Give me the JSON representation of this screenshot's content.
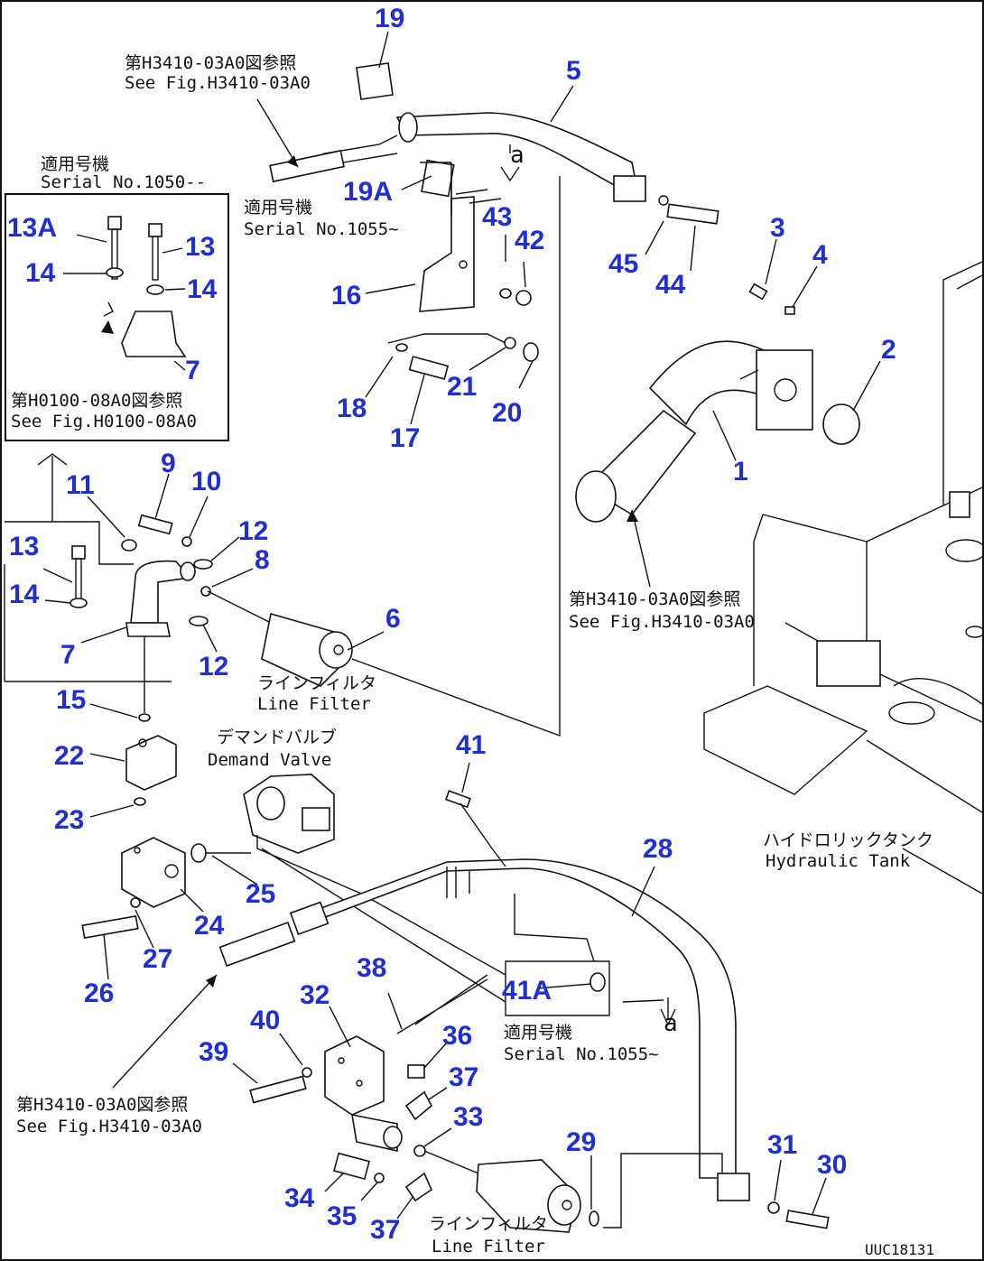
{
  "drawing_code": "UUC18131",
  "callouts": [
    {
      "id": "c19",
      "text": "19"
    },
    {
      "id": "c5",
      "text": "5"
    },
    {
      "id": "c19a",
      "text": "19A"
    },
    {
      "id": "c43",
      "text": "43"
    },
    {
      "id": "c42",
      "text": "42"
    },
    {
      "id": "c45",
      "text": "45"
    },
    {
      "id": "c44",
      "text": "44"
    },
    {
      "id": "c3",
      "text": "3"
    },
    {
      "id": "c4",
      "text": "4"
    },
    {
      "id": "c2",
      "text": "2"
    },
    {
      "id": "c1",
      "text": "1"
    },
    {
      "id": "c16",
      "text": "16"
    },
    {
      "id": "c18",
      "text": "18"
    },
    {
      "id": "c17",
      "text": "17"
    },
    {
      "id": "c21",
      "text": "21"
    },
    {
      "id": "c20",
      "text": "20"
    },
    {
      "id": "c13a",
      "text": "13A"
    },
    {
      "id": "c13_top",
      "text": "13"
    },
    {
      "id": "c14_top_l",
      "text": "14"
    },
    {
      "id": "c14_top_r",
      "text": "14"
    },
    {
      "id": "c7_top",
      "text": "7"
    },
    {
      "id": "c11",
      "text": "11"
    },
    {
      "id": "c9",
      "text": "9"
    },
    {
      "id": "c10",
      "text": "10"
    },
    {
      "id": "c12_a",
      "text": "12"
    },
    {
      "id": "c8",
      "text": "8"
    },
    {
      "id": "c13",
      "text": "13"
    },
    {
      "id": "c14",
      "text": "14"
    },
    {
      "id": "c7",
      "text": "7"
    },
    {
      "id": "c12_b",
      "text": "12"
    },
    {
      "id": "c6",
      "text": "6"
    },
    {
      "id": "c15",
      "text": "15"
    },
    {
      "id": "c22",
      "text": "22"
    },
    {
      "id": "c23",
      "text": "23"
    },
    {
      "id": "c24",
      "text": "24"
    },
    {
      "id": "c25",
      "text": "25"
    },
    {
      "id": "c26",
      "text": "26"
    },
    {
      "id": "c27",
      "text": "27"
    },
    {
      "id": "c41",
      "text": "41"
    },
    {
      "id": "c28",
      "text": "28"
    },
    {
      "id": "c41a",
      "text": "41A"
    },
    {
      "id": "c38",
      "text": "38"
    },
    {
      "id": "c32",
      "text": "32"
    },
    {
      "id": "c40",
      "text": "40"
    },
    {
      "id": "c39",
      "text": "39"
    },
    {
      "id": "c36",
      "text": "36"
    },
    {
      "id": "c37_a",
      "text": "37"
    },
    {
      "id": "c33",
      "text": "33"
    },
    {
      "id": "c29",
      "text": "29"
    },
    {
      "id": "c31",
      "text": "31"
    },
    {
      "id": "c30",
      "text": "30"
    },
    {
      "id": "c34",
      "text": "34"
    },
    {
      "id": "c35",
      "text": "35"
    },
    {
      "id": "c37_b",
      "text": "37"
    }
  ],
  "notes": {
    "ref_top_jp": "第H3410-03A0図参照",
    "ref_top_en": "See Fig.H3410-03A0",
    "serial_top_jp": "適用号機",
    "serial_top_en": "Serial No.1055~",
    "inset_serial_jp": "適用号機",
    "inset_serial_en": "Serial No.1050--",
    "inset_ref_jp": "第H0100-08A0図参照",
    "inset_ref_en": "See Fig.H0100-08A0",
    "ref_mid_jp": "第H3410-03A0図参照",
    "ref_mid_en": "See Fig.H3410-03A0",
    "line_filter_jp_1": "ラインフィルタ",
    "line_filter_en_1": "Line Filter",
    "demand_valve_jp": "デマンドバルブ",
    "demand_valve_en": "Demand Valve",
    "hydraulic_tank_jp": "ハイドロリックタンク",
    "hydraulic_tank_en": "Hydraulic Tank",
    "serial_bot_jp": "適用号機",
    "serial_bot_en": "Serial No.1055~",
    "ref_bot_jp": "第H3410-03A0図参照",
    "ref_bot_en": "See Fig.H3410-03A0",
    "line_filter_jp_2": "ラインフィルタ",
    "line_filter_en_2": "Line Filter",
    "mark_a_top": "a",
    "mark_a_bot": "a"
  }
}
